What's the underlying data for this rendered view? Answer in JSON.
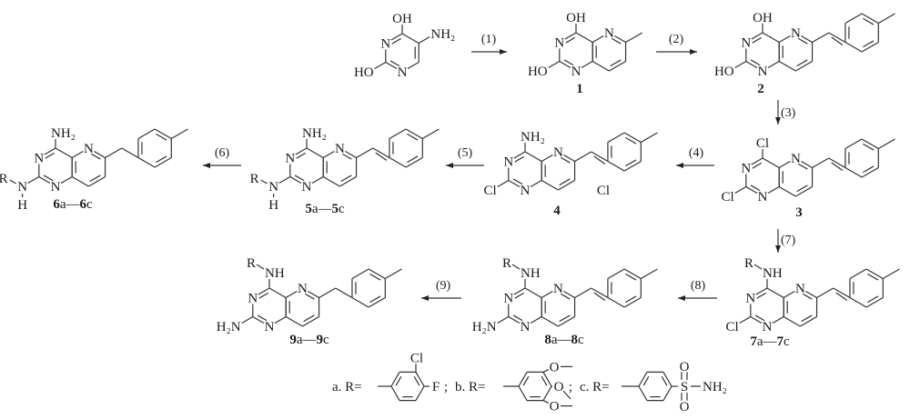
{
  "ring_atom": "N",
  "starting_material": {
    "c4": "OH",
    "c5": "NH₂",
    "c2": "HO"
  },
  "compounds": [
    {
      "id": "1",
      "label": "1",
      "c4": "OH",
      "c2": "HO",
      "tail": "methyl"
    },
    {
      "id": "2",
      "label": "2",
      "c4": "OH",
      "c2": "HO",
      "tail": "styryl"
    },
    {
      "id": "3",
      "label": "3",
      "c4": "Cl",
      "c2": "Cl",
      "tail": "styryl"
    },
    {
      "id": "4",
      "label": "4",
      "c4": "NH₂",
      "c2": "Cl",
      "tail": "styryl",
      "extra": "Cl"
    },
    {
      "id": "5",
      "label_num": "5",
      "label_range": "a—",
      "label_num2": "5",
      "label_end": "c",
      "c4": "NH₂",
      "c2_r": "R",
      "c2_n": "N",
      "c2_h": "H",
      "tail": "styryl"
    },
    {
      "id": "6",
      "label_num": "6",
      "label_range": "a—",
      "label_num2": "6",
      "label_end": "c",
      "c4": "NH₂",
      "c2_r": "R",
      "c2_n": "N",
      "c2_h": "H",
      "tail": "ethyl"
    },
    {
      "id": "7",
      "label_num": "7",
      "label_range": "a—",
      "label_num2": "7",
      "label_end": "c",
      "c4_r": "R",
      "c4_nh": "NH",
      "c2": "Cl",
      "tail": "styryl"
    },
    {
      "id": "8",
      "label_num": "8",
      "label_range": "a—",
      "label_num2": "8",
      "label_end": "c",
      "c4_r": "R",
      "c4_nh": "NH",
      "c2": "H₂N",
      "tail": "styryl"
    },
    {
      "id": "9",
      "label_num": "9",
      "label_range": "a—",
      "label_num2": "9",
      "label_end": "c",
      "c4_r": "R",
      "c4_nh": "NH",
      "c2": "H₂N",
      "tail": "ethyl"
    }
  ],
  "steps": [
    "(1)",
    "(2)",
    "(3)",
    "(4)",
    "(5)",
    "(6)",
    "(7)",
    "(8)",
    "(9)"
  ],
  "r_groups": {
    "a": {
      "prefix": "a. R=",
      "cl": "Cl",
      "f": "F",
      "sep": ";"
    },
    "b": {
      "prefix": "b. R=",
      "o1": "O",
      "o2": "O",
      "o3": "O",
      "sep": ";"
    },
    "c": {
      "prefix": "c. R=",
      "s": "S",
      "o1": "O",
      "o2": "O",
      "nh2": "NH₂"
    }
  }
}
